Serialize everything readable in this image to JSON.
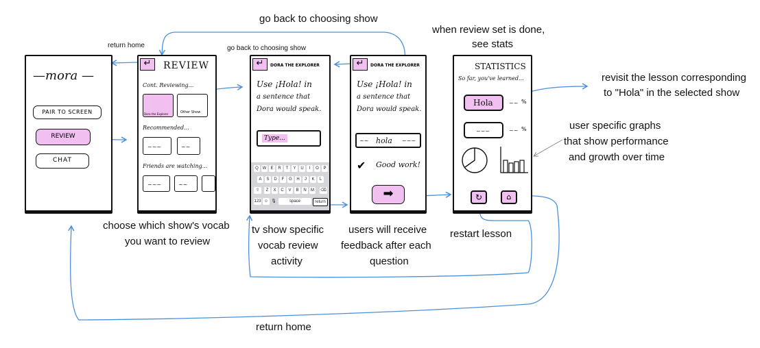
{
  "captions": {
    "go_back_top": "go back to choosing show",
    "return_home_top": "return home",
    "go_back_small": "go back to choosing show",
    "when_review_done": "when review set is done,",
    "see_stats": "see stats",
    "revisit_1": "revisit the lesson corresponding",
    "revisit_2": "to \"Hola\" in the selected show",
    "graphs_1": "user specific graphs",
    "graphs_2": "that show performance",
    "graphs_3": "and growth over time",
    "choose_1": "choose which show's vocab",
    "choose_2": "you want to review",
    "tv_1": "tv show specific",
    "tv_2": "vocab review",
    "tv_3": "activity",
    "fb_1": "users will receive",
    "fb_2": "feedback after each",
    "fb_3": "question",
    "restart": "restart lesson",
    "return_home_bottom": "return home"
  },
  "home_screen": {
    "logo": "—mora —",
    "pair_button": "PAIR TO SCREEN",
    "review_button": "REVIEW",
    "chat_button": "CHAT"
  },
  "review_screen": {
    "title": "REVIEW",
    "cont_label": "Cont. Reviewing...",
    "show_1": "Dora the Explorer",
    "show_2": "Other Show",
    "recommended_label": "Recommended...",
    "friends_label": "Friends are watching..."
  },
  "activity_screen": {
    "title": "DORA THE EXPLORER",
    "prompt_1": "Use ¡Hola! in",
    "prompt_2": "a sentence that",
    "prompt_3": "Dora would speak.",
    "input_placeholder": "Type...",
    "space_key": "space",
    "return_key": "return",
    "row1": [
      "Q",
      "W",
      "E",
      "R",
      "T",
      "Y",
      "U",
      "I",
      "O",
      "P"
    ],
    "row2": [
      "A",
      "S",
      "D",
      "F",
      "G",
      "H",
      "J",
      "K",
      "L"
    ],
    "row3": [
      "Z",
      "X",
      "C",
      "V",
      "B",
      "N",
      "M"
    ]
  },
  "feedback_screen": {
    "title": "DORA THE EXPLORER",
    "prompt_1": "Use ¡Hola! in",
    "prompt_2": "a sentence that",
    "prompt_3": "Dora would speak.",
    "answer": "hola",
    "feedback": "Good work!"
  },
  "stats_screen": {
    "title": "STATISTICS",
    "subtitle": "So far, you've learned...",
    "word_1": "Hola",
    "pct": "%"
  },
  "colors": {
    "accent_pink": "#f1bff0",
    "arrow_blue": "#4a90d9",
    "ink": "#111111"
  },
  "icons": [
    "back-arrow-icon",
    "checkmark-icon",
    "next-arrow-icon",
    "restart-icon",
    "home-icon"
  ]
}
